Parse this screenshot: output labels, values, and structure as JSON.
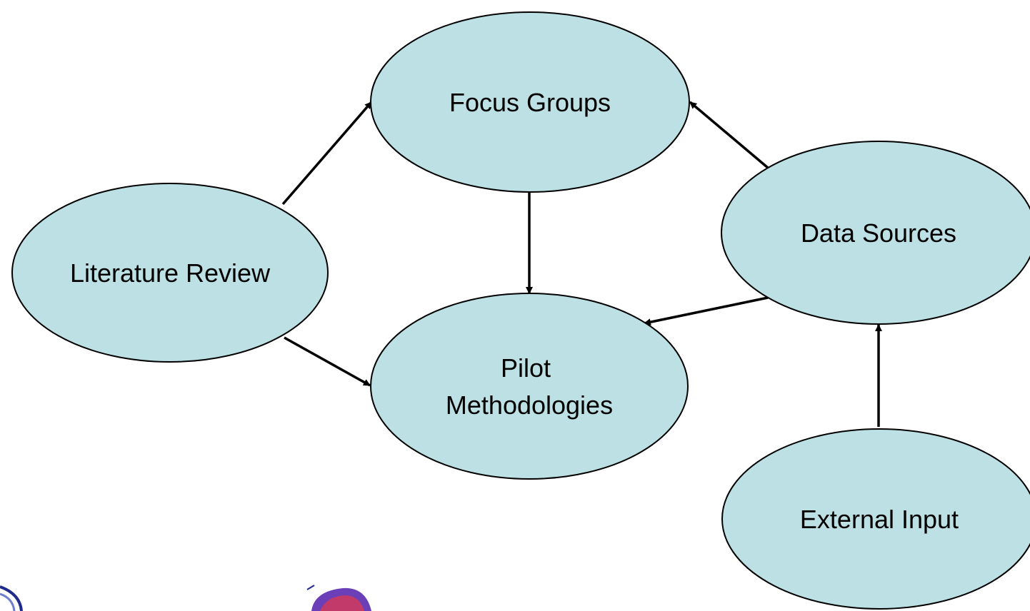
{
  "diagram": {
    "nodes": [
      {
        "id": "focus",
        "lines": [
          "Focus Groups"
        ]
      },
      {
        "id": "literature",
        "lines": [
          "Literature Review"
        ]
      },
      {
        "id": "pilot",
        "lines": [
          "Pilot",
          "Methodologies"
        ]
      },
      {
        "id": "datasources",
        "lines": [
          "Data Sources"
        ]
      },
      {
        "id": "external",
        "lines": [
          "External Input"
        ]
      }
    ],
    "edges": [
      {
        "from": "literature",
        "to": "focus"
      },
      {
        "from": "literature",
        "to": "pilot"
      },
      {
        "from": "focus",
        "to": "pilot"
      },
      {
        "from": "datasources",
        "to": "focus"
      },
      {
        "from": "datasources",
        "to": "pilot"
      },
      {
        "from": "external",
        "to": "datasources"
      }
    ]
  },
  "colors": {
    "node_fill": "#bce0e3",
    "node_stroke": "#000000",
    "edge": "#000000"
  }
}
